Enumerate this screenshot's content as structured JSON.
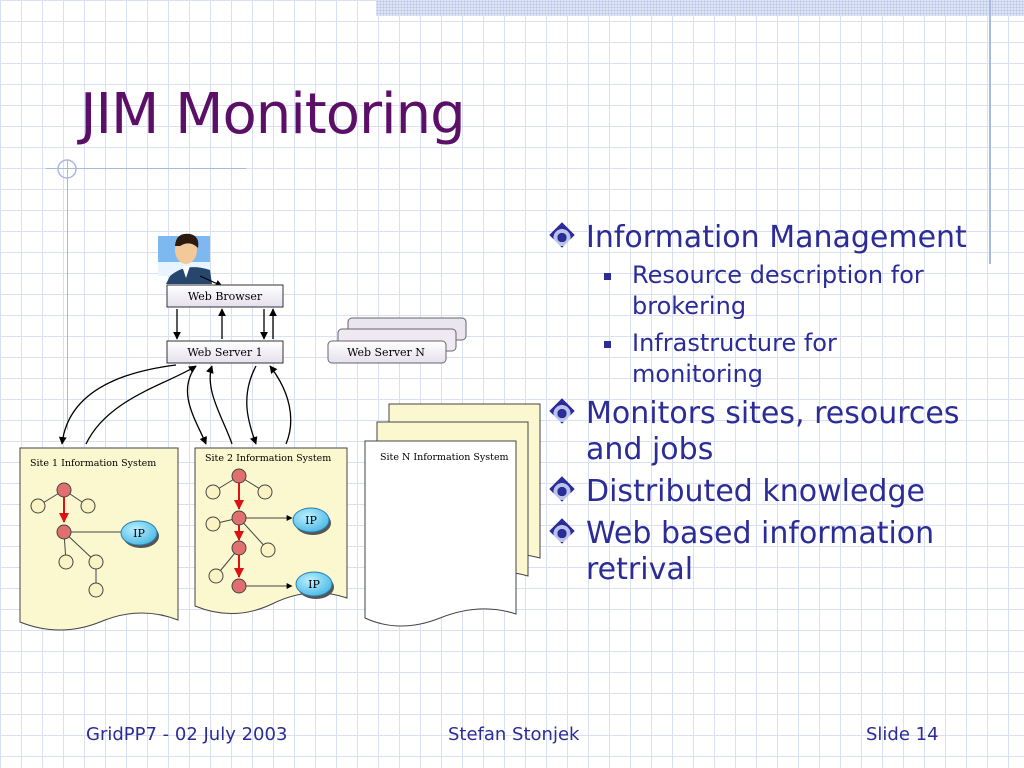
{
  "slide": {
    "title": "JIM Monitoring",
    "bullets": [
      {
        "text": "Information Management",
        "subs": [
          "Resource description for brokering",
          "Infrastructure for monitoring"
        ]
      },
      {
        "text": "Monitors sites, resources and jobs",
        "subs": []
      },
      {
        "text": "Distributed knowledge",
        "subs": []
      },
      {
        "text": "Web based information retrival",
        "subs": []
      }
    ]
  },
  "diagram": {
    "web_browser": "Web Browser",
    "web_server_1": "Web Server 1",
    "web_server_n": "Web Server N",
    "site1": "Site 1 Information System",
    "site2": "Site 2 Information System",
    "siten": "Site N Information System",
    "ip": "IP"
  },
  "footer": {
    "left": "GridPP7  -  02 July 2003",
    "center": "Stefan Stonjek",
    "right": "Slide 14"
  },
  "colors": {
    "title": "#5b0f67",
    "text": "#2b2c96",
    "doc_fill": "#fbf8cf",
    "node_red": "#e07070",
    "node_beige": "#fbf3c4",
    "ip_fill": "#6fd0ef"
  }
}
